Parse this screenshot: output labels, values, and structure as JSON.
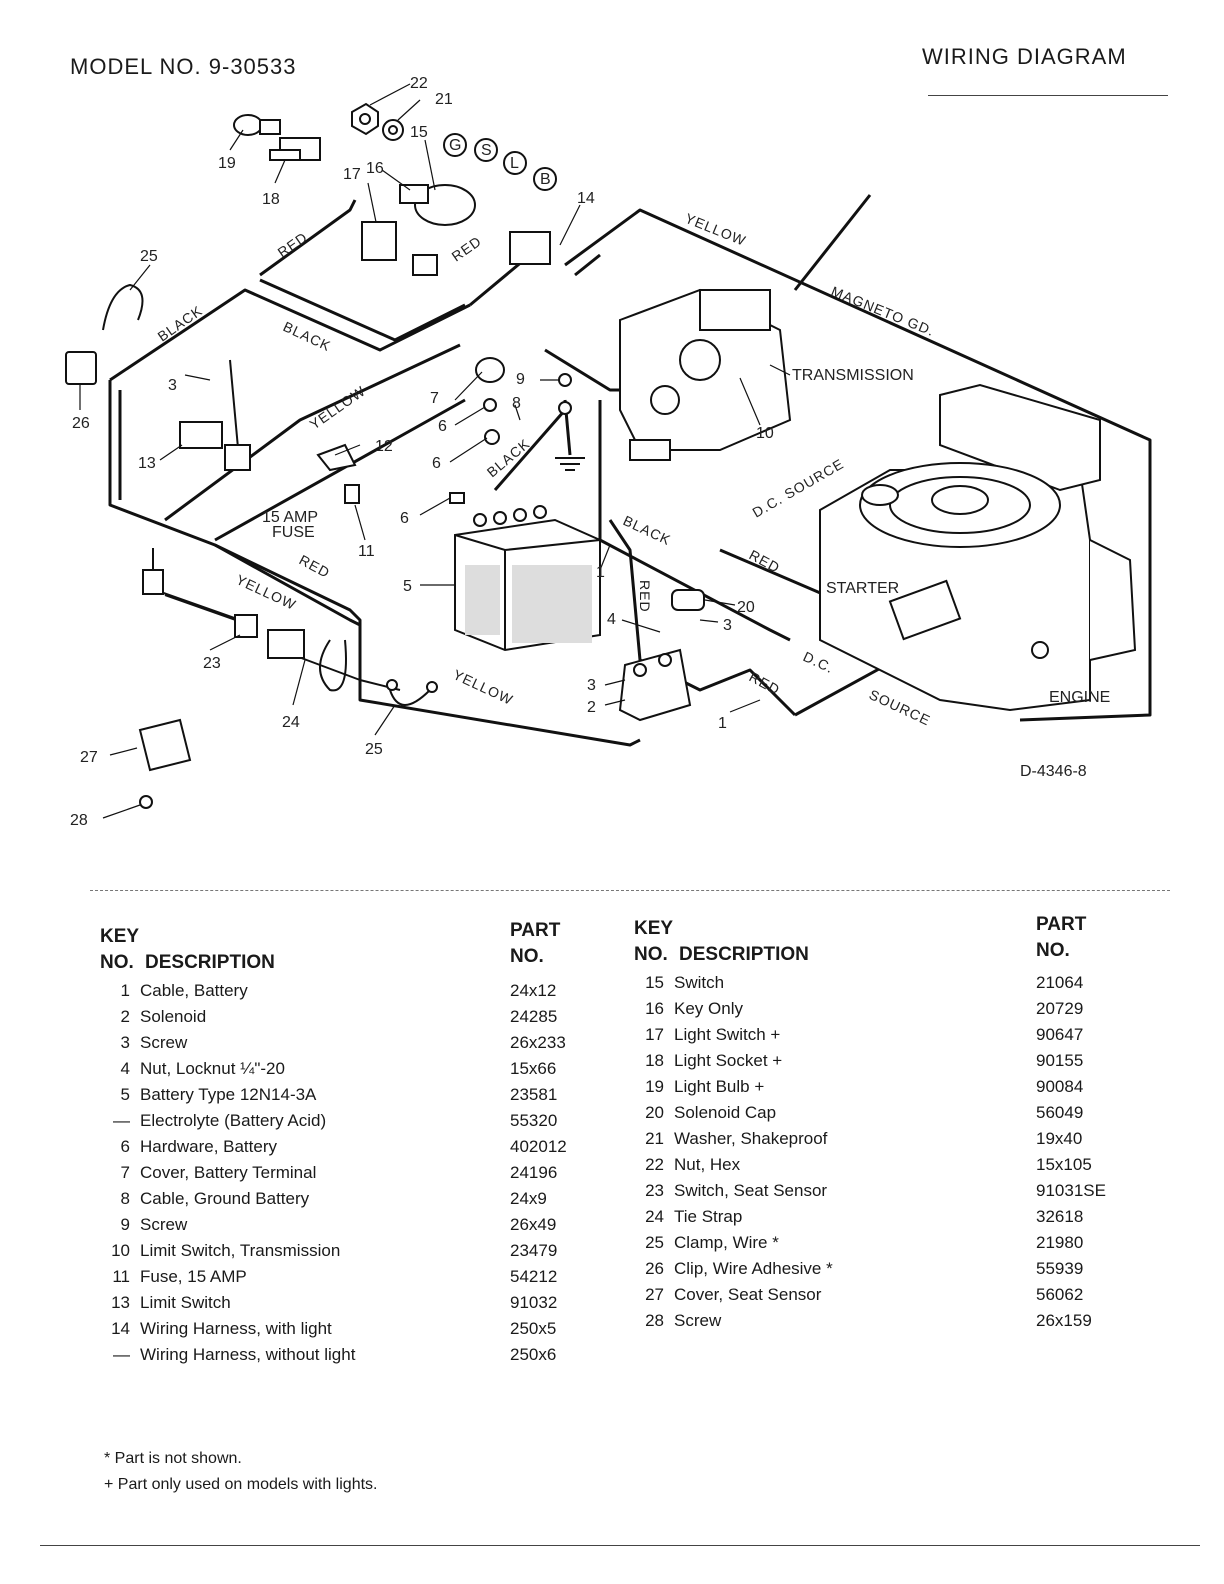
{
  "header": {
    "model": "MODEL NO. 9-30533",
    "title": "WIRING DIAGRAM",
    "drawing_no": "D-4346-8"
  },
  "diagram": {
    "wire_labels": {
      "red1": "RED",
      "red2": "RED",
      "red3": "RED",
      "red4": "RED",
      "red5": "RED",
      "black1": "BLACK",
      "black2": "BLACK",
      "black3": "BLACK",
      "black4": "BLACK",
      "yellow1": "YELLOW",
      "yellow2": "YELLOW",
      "yellow3": "YELLOW",
      "yellow4": "YELLOW",
      "magneto": "MAGNETO GD.",
      "dc_source1": "D.C. SOURCE",
      "dc2": "D.C.",
      "source2": "SOURCE"
    },
    "component_labels": {
      "transmission": "TRANSMISSION",
      "starter": "STARTER",
      "engine": "ENGINE",
      "fuse": "15 AMP",
      "fuse2": "FUSE"
    },
    "callouts": {
      "c1a": "1",
      "c1b": "1",
      "c2": "2",
      "c3a": "3",
      "c3b": "3",
      "c3c": "3",
      "c4": "4",
      "c5": "5",
      "c6a": "6",
      "c6b": "6",
      "c6c": "6",
      "c7": "7",
      "c8": "8",
      "c9": "9",
      "c10": "10",
      "c11": "11",
      "c12": "12",
      "c13": "13",
      "c14": "14",
      "c15": "15",
      "c16": "16",
      "c17": "17",
      "c18": "18",
      "c19": "19",
      "c20": "20",
      "c21": "21",
      "c22": "22",
      "c23": "23",
      "c24": "24",
      "c25a": "25",
      "c25b": "25",
      "c26": "26",
      "c27": "27",
      "c28": "28"
    },
    "terminals": {
      "g": "G",
      "s": "S",
      "l": "L",
      "b": "B"
    }
  },
  "parts_table": {
    "col_key": "KEY",
    "col_no": "NO.",
    "col_desc": "DESCRIPTION",
    "col_part": "PART",
    "col_partno": "NO.",
    "left": [
      {
        "no": "1",
        "desc": "Cable, Battery",
        "part": "24x12"
      },
      {
        "no": "2",
        "desc": "Solenoid",
        "part": "24285"
      },
      {
        "no": "3",
        "desc": "Screw",
        "part": "26x233"
      },
      {
        "no": "4",
        "desc": "Nut, Locknut ¼\"-20",
        "part": "15x66"
      },
      {
        "no": "5",
        "desc": "Battery Type 12N14-3A",
        "part": "23581"
      },
      {
        "no": "—",
        "desc": "Electrolyte (Battery Acid)",
        "part": "55320"
      },
      {
        "no": "6",
        "desc": "Hardware, Battery",
        "part": "402012"
      },
      {
        "no": "7",
        "desc": "Cover, Battery Terminal",
        "part": "24196"
      },
      {
        "no": "8",
        "desc": "Cable, Ground Battery",
        "part": "24x9"
      },
      {
        "no": "9",
        "desc": "Screw",
        "part": "26x49"
      },
      {
        "no": "10",
        "desc": "Limit Switch, Transmission",
        "part": "23479"
      },
      {
        "no": "11",
        "desc": "Fuse, 15 AMP",
        "part": "54212"
      },
      {
        "no": "13",
        "desc": "Limit Switch",
        "part": "91032"
      },
      {
        "no": "14",
        "desc": "Wiring Harness, with light",
        "part": "250x5"
      },
      {
        "no": "—",
        "desc": "Wiring Harness, without light",
        "part": "250x6"
      }
    ],
    "right": [
      {
        "no": "15",
        "desc": "Switch",
        "part": "21064"
      },
      {
        "no": "16",
        "desc": "Key Only",
        "part": "20729"
      },
      {
        "no": "17",
        "desc": "Light Switch +",
        "part": "90647"
      },
      {
        "no": "18",
        "desc": "Light Socket +",
        "part": "90155"
      },
      {
        "no": "19",
        "desc": "Light Bulb +",
        "part": "90084"
      },
      {
        "no": "20",
        "desc": "Solenoid Cap",
        "part": "56049"
      },
      {
        "no": "21",
        "desc": "Washer, Shakeproof",
        "part": "19x40"
      },
      {
        "no": "22",
        "desc": "Nut, Hex",
        "part": "15x105"
      },
      {
        "no": "23",
        "desc": "Switch, Seat Sensor",
        "part": "91031SE"
      },
      {
        "no": "24",
        "desc": "Tie Strap",
        "part": "32618"
      },
      {
        "no": "25",
        "desc": "Clamp, Wire *",
        "part": "21980"
      },
      {
        "no": "26",
        "desc": "Clip, Wire Adhesive *",
        "part": "55939"
      },
      {
        "no": "27",
        "desc": "Cover, Seat Sensor",
        "part": "56062"
      },
      {
        "no": "28",
        "desc": "Screw",
        "part": "26x159"
      }
    ]
  },
  "footnotes": {
    "star": "* Part is not shown.",
    "plus": "+ Part only used on models with lights."
  }
}
